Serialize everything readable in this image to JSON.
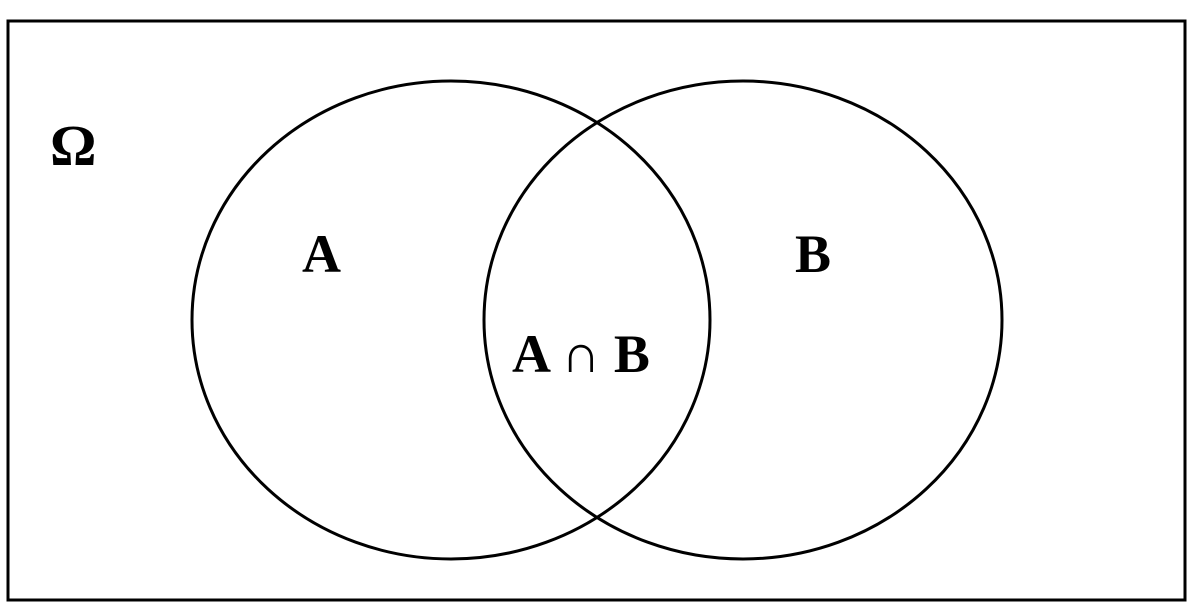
{
  "diagram": {
    "type": "venn",
    "universe_label": "Ω",
    "sets": [
      {
        "id": "A",
        "label": "A"
      },
      {
        "id": "B",
        "label": "B"
      }
    ],
    "intersection_label": "A ∩ B",
    "stroke_color": "#000000",
    "background_color": "#ffffff"
  }
}
